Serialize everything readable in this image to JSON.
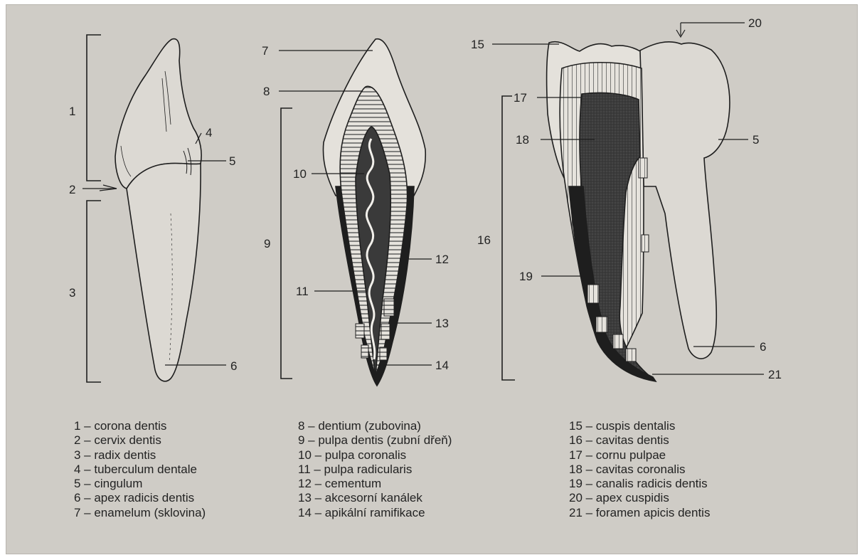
{
  "labels": [
    "1",
    "2",
    "3",
    "4",
    "5",
    "6",
    "7",
    "8",
    "9",
    "10",
    "11",
    "12",
    "13",
    "14",
    "15",
    "16",
    "17",
    "18",
    "19",
    "20",
    "5",
    "6",
    "21"
  ],
  "legend": {
    "col1": [
      "1 – corona dentis",
      "2 – cervix dentis",
      "3 – radix dentis",
      "4 – tuberculum dentale",
      "5 – cingulum",
      "6 – apex radicis dentis",
      "7 – enamelum (sklovina)"
    ],
    "col2": [
      "8 – dentium (zubovina)",
      "9 – pulpa dentis (zubní dřeň)",
      "10 – pulpa coronalis",
      "11 – pulpa radicularis",
      "12 – cementum",
      "13 – akcesorní kanálek",
      "14 – apikální ramifikace"
    ],
    "col3": [
      "15 – cuspis dentalis",
      "16 – cavitas dentis",
      "17 – cornu pulpae",
      "18 – cavitas coronalis",
      "19 – canalis radicis dentis",
      "20 – apex cuspidis",
      "21 – foramen apicis dentis"
    ]
  }
}
